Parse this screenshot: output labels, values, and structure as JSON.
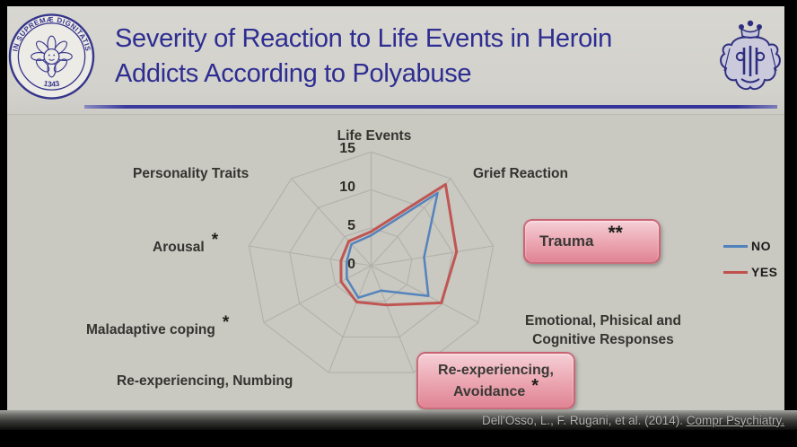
{
  "header": {
    "title_lines": [
      "Severity of Reaction to Life Events in Heroin",
      "Addicts According to Polyabuse"
    ],
    "title_color": "#2d2d92",
    "left_seal": {
      "motto": "IN SUPREMÆ DIGNITATIS",
      "year": "1343"
    }
  },
  "chart_data": {
    "type": "radar",
    "title": "Severity of Reaction to Life Events in Heroin Addicts According to Polyabuse",
    "categories": [
      "Life Events",
      "Grief Reaction",
      "Trauma",
      "Emotional, Phisical and Cognitive Responses",
      "Re-experiencing, Avoidance",
      "Re-experiencing, Numbing",
      "Maladaptive coping",
      "Arousal",
      "Personality Traits"
    ],
    "series": [
      {
        "name": "NO",
        "color": "#4f81bd",
        "values": [
          4.0,
          12.5,
          6.5,
          8.0,
          3.5,
          4.5,
          3.4,
          3.0,
          3.7
        ]
      },
      {
        "name": "YES",
        "color": "#c0504d",
        "values": [
          4.5,
          14.0,
          10.5,
          9.8,
          5.5,
          5.1,
          4.2,
          3.7,
          4.2
        ]
      }
    ],
    "rings": [
      0,
      5,
      10,
      15
    ],
    "max": 15,
    "grid_color": "#b2b0ab",
    "legend_position": "right",
    "axes": [
      {
        "label": "Life Events",
        "lines": [
          "Life Events"
        ],
        "stars": "",
        "boxed": false
      },
      {
        "label": "Grief Reaction",
        "lines": [
          "Grief Reaction"
        ],
        "stars": "",
        "boxed": false
      },
      {
        "label": "Trauma",
        "lines": [
          "Trauma"
        ],
        "stars": "**",
        "boxed": true
      },
      {
        "label": "Emotional, Phisical and Cognitive Responses",
        "lines": [
          "Emotional, Phisical and",
          "Cognitive Responses"
        ],
        "stars": "",
        "boxed": false
      },
      {
        "label": "Re-experiencing, Avoidance",
        "lines": [
          "Re-experiencing,",
          "Avoidance"
        ],
        "stars": "*",
        "boxed": true
      },
      {
        "label": "Re-experiencing, Numbing",
        "lines": [
          "Re-experiencing, Numbing"
        ],
        "stars": "",
        "boxed": false
      },
      {
        "label": "Maladaptive coping",
        "lines": [
          "Maladaptive coping"
        ],
        "stars": "*",
        "boxed": false
      },
      {
        "label": "Arousal",
        "lines": [
          "Arousal"
        ],
        "stars": "*",
        "boxed": false
      },
      {
        "label": "Personality Traits",
        "lines": [
          "Personality Traits"
        ],
        "stars": "",
        "boxed": false
      }
    ],
    "highlight_box_color": "#e89aa8"
  },
  "legend": {
    "items": [
      {
        "label": "NO",
        "color": "#4f81bd"
      },
      {
        "label": "YES",
        "color": "#c0504d"
      }
    ]
  },
  "footer": {
    "citation_prefix": "Dell'Osso, L., F. Rugani, et al. (2014). ",
    "citation_journal": "Compr Psychiatry."
  }
}
